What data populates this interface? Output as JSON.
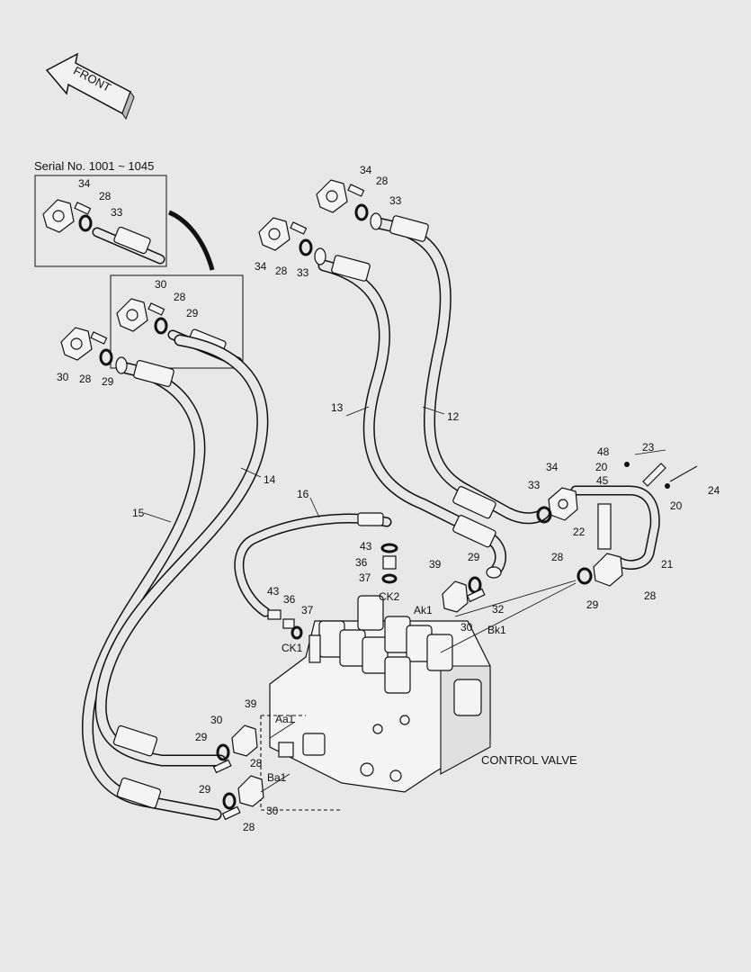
{
  "header": {
    "front_arrow_label": "FRONT",
    "serial_inset_title": "Serial No. 1001 ~ 1045",
    "component_title": "CONTROL VALVE"
  },
  "labels": [
    {
      "id": "inset1-34",
      "text": "34"
    },
    {
      "id": "inset1-28",
      "text": "28"
    },
    {
      "id": "inset1-33",
      "text": "33"
    },
    {
      "id": "inset2-30",
      "text": "30"
    },
    {
      "id": "inset2-28",
      "text": "28"
    },
    {
      "id": "inset2-29",
      "text": "29"
    },
    {
      "id": "top-34a",
      "text": "34"
    },
    {
      "id": "top-28a",
      "text": "28"
    },
    {
      "id": "top-33a",
      "text": "33"
    },
    {
      "id": "top-34b",
      "text": "34"
    },
    {
      "id": "top-28b",
      "text": "28"
    },
    {
      "id": "top-33b",
      "text": "33"
    },
    {
      "id": "left-30",
      "text": "30"
    },
    {
      "id": "left-28",
      "text": "28"
    },
    {
      "id": "left-29",
      "text": "29"
    },
    {
      "id": "hose-13",
      "text": "13"
    },
    {
      "id": "hose-12",
      "text": "12"
    },
    {
      "id": "hose-14",
      "text": "14"
    },
    {
      "id": "hose-15",
      "text": "15"
    },
    {
      "id": "hose-16",
      "text": "16"
    },
    {
      "id": "p48",
      "text": "48"
    },
    {
      "id": "p23",
      "text": "23"
    },
    {
      "id": "p20a",
      "text": "20"
    },
    {
      "id": "p45",
      "text": "45"
    },
    {
      "id": "p24",
      "text": "24"
    },
    {
      "id": "p20b",
      "text": "20"
    },
    {
      "id": "p34r",
      "text": "34"
    },
    {
      "id": "p33r",
      "text": "33"
    },
    {
      "id": "p22",
      "text": "22"
    },
    {
      "id": "p28r",
      "text": "28"
    },
    {
      "id": "p21",
      "text": "21"
    },
    {
      "id": "p28r2",
      "text": "28"
    },
    {
      "id": "p29r",
      "text": "29"
    },
    {
      "id": "p43a",
      "text": "43"
    },
    {
      "id": "p36a",
      "text": "36"
    },
    {
      "id": "p37a",
      "text": "37"
    },
    {
      "id": "ck2",
      "text": "CK2"
    },
    {
      "id": "p43b",
      "text": "43"
    },
    {
      "id": "p36b",
      "text": "36"
    },
    {
      "id": "p37b",
      "text": "37"
    },
    {
      "id": "ck1",
      "text": "CK1"
    },
    {
      "id": "p39a",
      "text": "39"
    },
    {
      "id": "p29a",
      "text": "29"
    },
    {
      "id": "ak1",
      "text": "Ak1"
    },
    {
      "id": "p32",
      "text": "32"
    },
    {
      "id": "p30a",
      "text": "30"
    },
    {
      "id": "bk1",
      "text": "Bk1"
    },
    {
      "id": "p39b",
      "text": "39"
    },
    {
      "id": "p30b",
      "text": "30"
    },
    {
      "id": "aa1",
      "text": "Aa1"
    },
    {
      "id": "p29b",
      "text": "29"
    },
    {
      "id": "p28b",
      "text": "28"
    },
    {
      "id": "ba1",
      "text": "Ba1"
    },
    {
      "id": "p29c",
      "text": "29"
    },
    {
      "id": "p30c",
      "text": "30"
    },
    {
      "id": "p28c",
      "text": "28"
    }
  ]
}
